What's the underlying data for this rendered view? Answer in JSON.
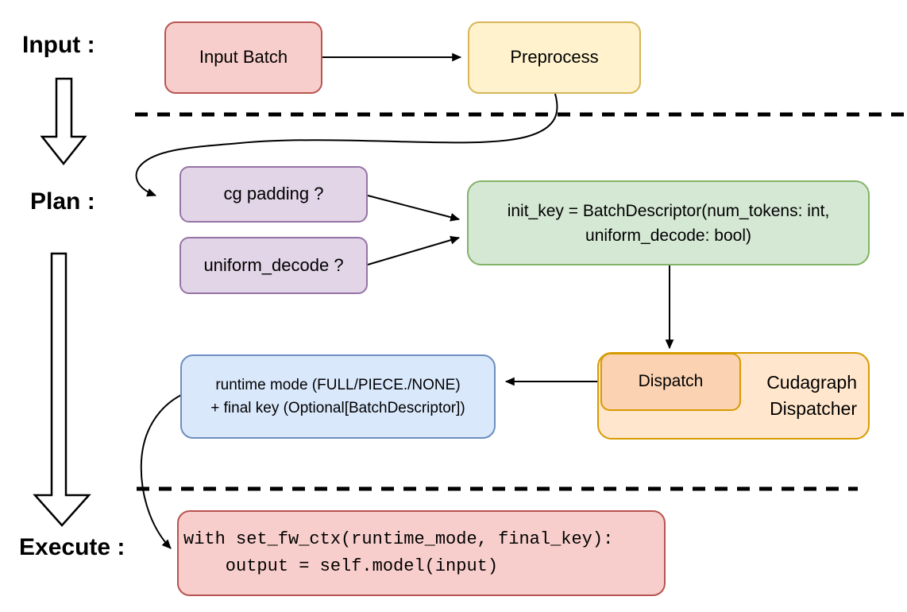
{
  "palette": {
    "red_fill": "#f8cecc",
    "red_stroke": "#b85450",
    "yellow_fill": "#fff2cc",
    "yellow_stroke": "#d6b656",
    "purple_fill": "#e1d5e7",
    "purple_stroke": "#9673a6",
    "green_fill": "#d5e8d4",
    "green_stroke": "#82b366",
    "blue_fill": "#dae8fc",
    "blue_stroke": "#6c8ebf",
    "orange_fill": "#ffe6cc",
    "orange_stroke": "#d79b00",
    "dispatch_fill": "#fbd3b2",
    "connector_color": "#000000",
    "background": "#ffffff"
  },
  "sections": {
    "input_label": "Input :",
    "plan_label": "Plan :",
    "execute_label": "Execute :"
  },
  "nodes": {
    "input_batch": {
      "label": "Input Batch"
    },
    "preprocess": {
      "label": "Preprocess"
    },
    "cg_padding": {
      "label": "cg padding ?"
    },
    "uniform_decode": {
      "label": "uniform_decode ?"
    },
    "init_key": {
      "lines": [
        "init_key = BatchDescriptor(num_tokens: int,",
        "uniform_decode: bool)"
      ]
    },
    "runtime_result": {
      "lines": [
        "runtime mode (FULL/PIECE./NONE)",
        "+ final key (Optional[BatchDescriptor])"
      ]
    },
    "dispatch": {
      "label": "Dispatch"
    },
    "cudagraph_dispatcher": {
      "lines": [
        "Cudagraph",
        "Dispatcher"
      ]
    },
    "execute_code": {
      "lines": [
        "with set_fw_ctx(runtime_mode, final_key):",
        "    output = self.model(input)"
      ]
    }
  }
}
